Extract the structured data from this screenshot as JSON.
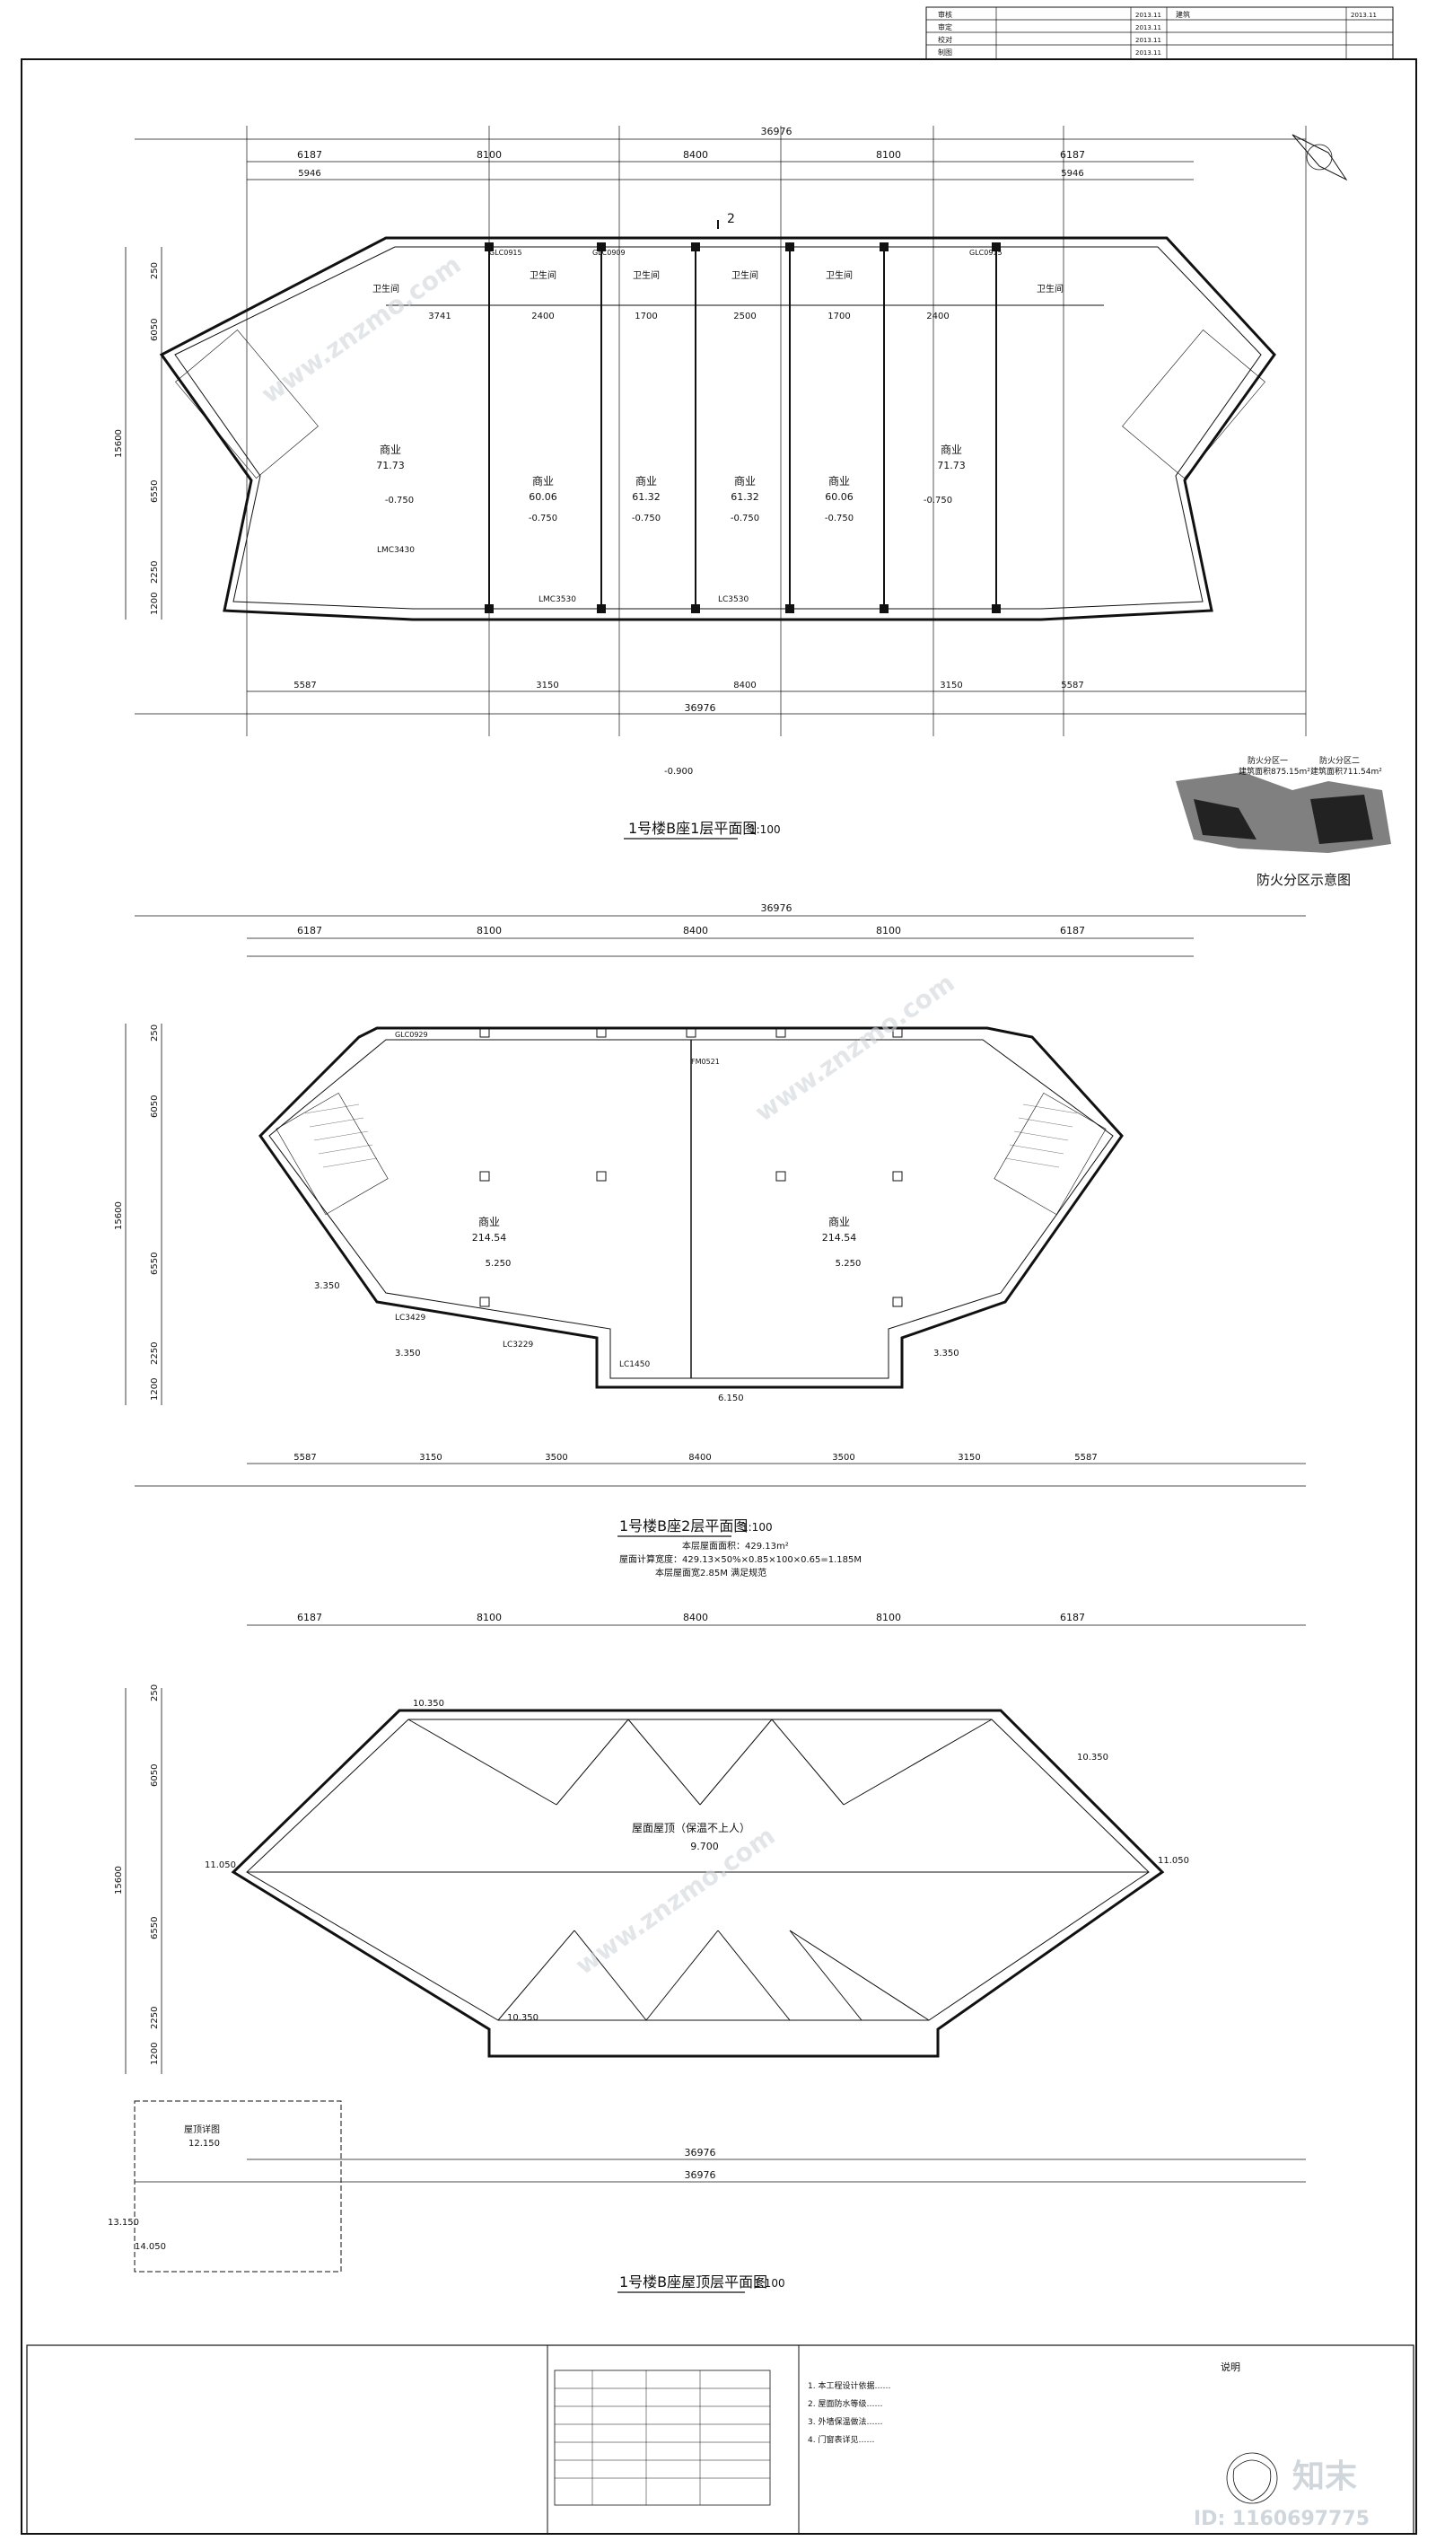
{
  "title_block": {
    "rows": [
      {
        "role": "审核",
        "date": "2013.11"
      },
      {
        "role": "审定",
        "date": "2013.11"
      },
      {
        "role": "校对",
        "date": "2013.11"
      },
      {
        "role": "制图",
        "date": "2013.11"
      }
    ],
    "col_right_label": "建筑",
    "col_right_date": "2013.11"
  },
  "plan1": {
    "title": "1号楼B座1层平面图",
    "scale": "1:100",
    "overall_dim": "36976",
    "top_dims": [
      "6187",
      "8100",
      "8400",
      "8100",
      "6187"
    ],
    "sub_dims": [
      "5946",
      "5946"
    ],
    "left_dims": [
      "250",
      "6050",
      "6550",
      "15600",
      "2250",
      "1200"
    ],
    "rooms": [
      {
        "name": "商业",
        "area": "71.73",
        "level": "-0.750"
      },
      {
        "name": "商业",
        "area": "60.06",
        "level": "-0.750"
      },
      {
        "name": "商业",
        "area": "61.32",
        "level": "-0.750"
      },
      {
        "name": "商业",
        "area": "61.32",
        "level": "-0.750"
      },
      {
        "name": "商业",
        "area": "60.06",
        "level": "-0.750"
      },
      {
        "name": "商业",
        "area": "71.73",
        "level": "-0.750"
      }
    ],
    "bay_dims": [
      "3741",
      "2400",
      "1700",
      "2500",
      "1700",
      "2400"
    ],
    "bottom_dims": [
      "5587",
      "3150",
      "8400",
      "3150",
      "5587"
    ],
    "labels": [
      "卫生间",
      "卫生间",
      "卫生间",
      "卫生间",
      "卫生间",
      "卫生间"
    ],
    "window_tags": [
      "GLC0915",
      "GLC0909",
      "GLC0915",
      "LMC3430",
      "LMC3530",
      "LC3530"
    ],
    "bottom_level": "-0.900",
    "section_tag": "2"
  },
  "fire_zone": {
    "title": "防火分区示意图",
    "zone1": "防火分区一",
    "zone1_area": "建筑面积875.15m²",
    "zone2": "防火分区二",
    "zone2_area": "建筑面积711.54m²"
  },
  "plan2": {
    "title": "1号楼B座2层平面图",
    "scale": "1:100",
    "overall_dim": "36976",
    "top_dims": [
      "6187",
      "8100",
      "8400",
      "8100",
      "6187"
    ],
    "rooms": [
      {
        "name": "商业",
        "area": "214.54",
        "level": "5.250"
      },
      {
        "name": "商业",
        "area": "214.54",
        "level": "5.250"
      }
    ],
    "left_dims": [
      "250",
      "6050",
      "6550",
      "15600",
      "2250",
      "1200"
    ],
    "bottom_dims": [
      "5587",
      "3150",
      "3500",
      "8400",
      "3500",
      "3150",
      "5587"
    ],
    "levels": [
      "3.350",
      "3.350",
      "6.150",
      "3.350"
    ],
    "tags": [
      "LC3429",
      "LC3229",
      "LC1450",
      "GLC0929",
      "FM0521"
    ],
    "note1": "本层屋面面积：429.13m²",
    "note2": "屋面计算宽度：429.13×50%×0.85×100×0.65=1.185M",
    "note3": "本层屋面宽2.85M 满足规范"
  },
  "plan3": {
    "title": "1号楼B座屋顶层平面图",
    "scale": "1:100",
    "overall_dim": "36976",
    "top_dims": [
      "6187",
      "8100",
      "8400",
      "8100",
      "6187"
    ],
    "roof_label": "屋面屋顶（保温不上人）",
    "roof_level": "9.700",
    "levels": [
      "10.350",
      "11.050",
      "10.350",
      "11.050",
      "10.350",
      "12.150",
      "14.050",
      "13.150"
    ],
    "left_dims": [
      "250",
      "6050",
      "15600",
      "6550",
      "2250",
      "1200"
    ],
    "detail_title": "屋顶详图"
  },
  "notes_block": {
    "header": "说明",
    "lines": [
      "1. 本工程设计依据……",
      "2. 屋面防水等级……",
      "3. 外墙保温做法……",
      "4. 门窗表详见……"
    ]
  },
  "watermark": {
    "brand_cn": "知末",
    "site": "www.znzmo.com",
    "id_text": "ID: 1160697775"
  }
}
